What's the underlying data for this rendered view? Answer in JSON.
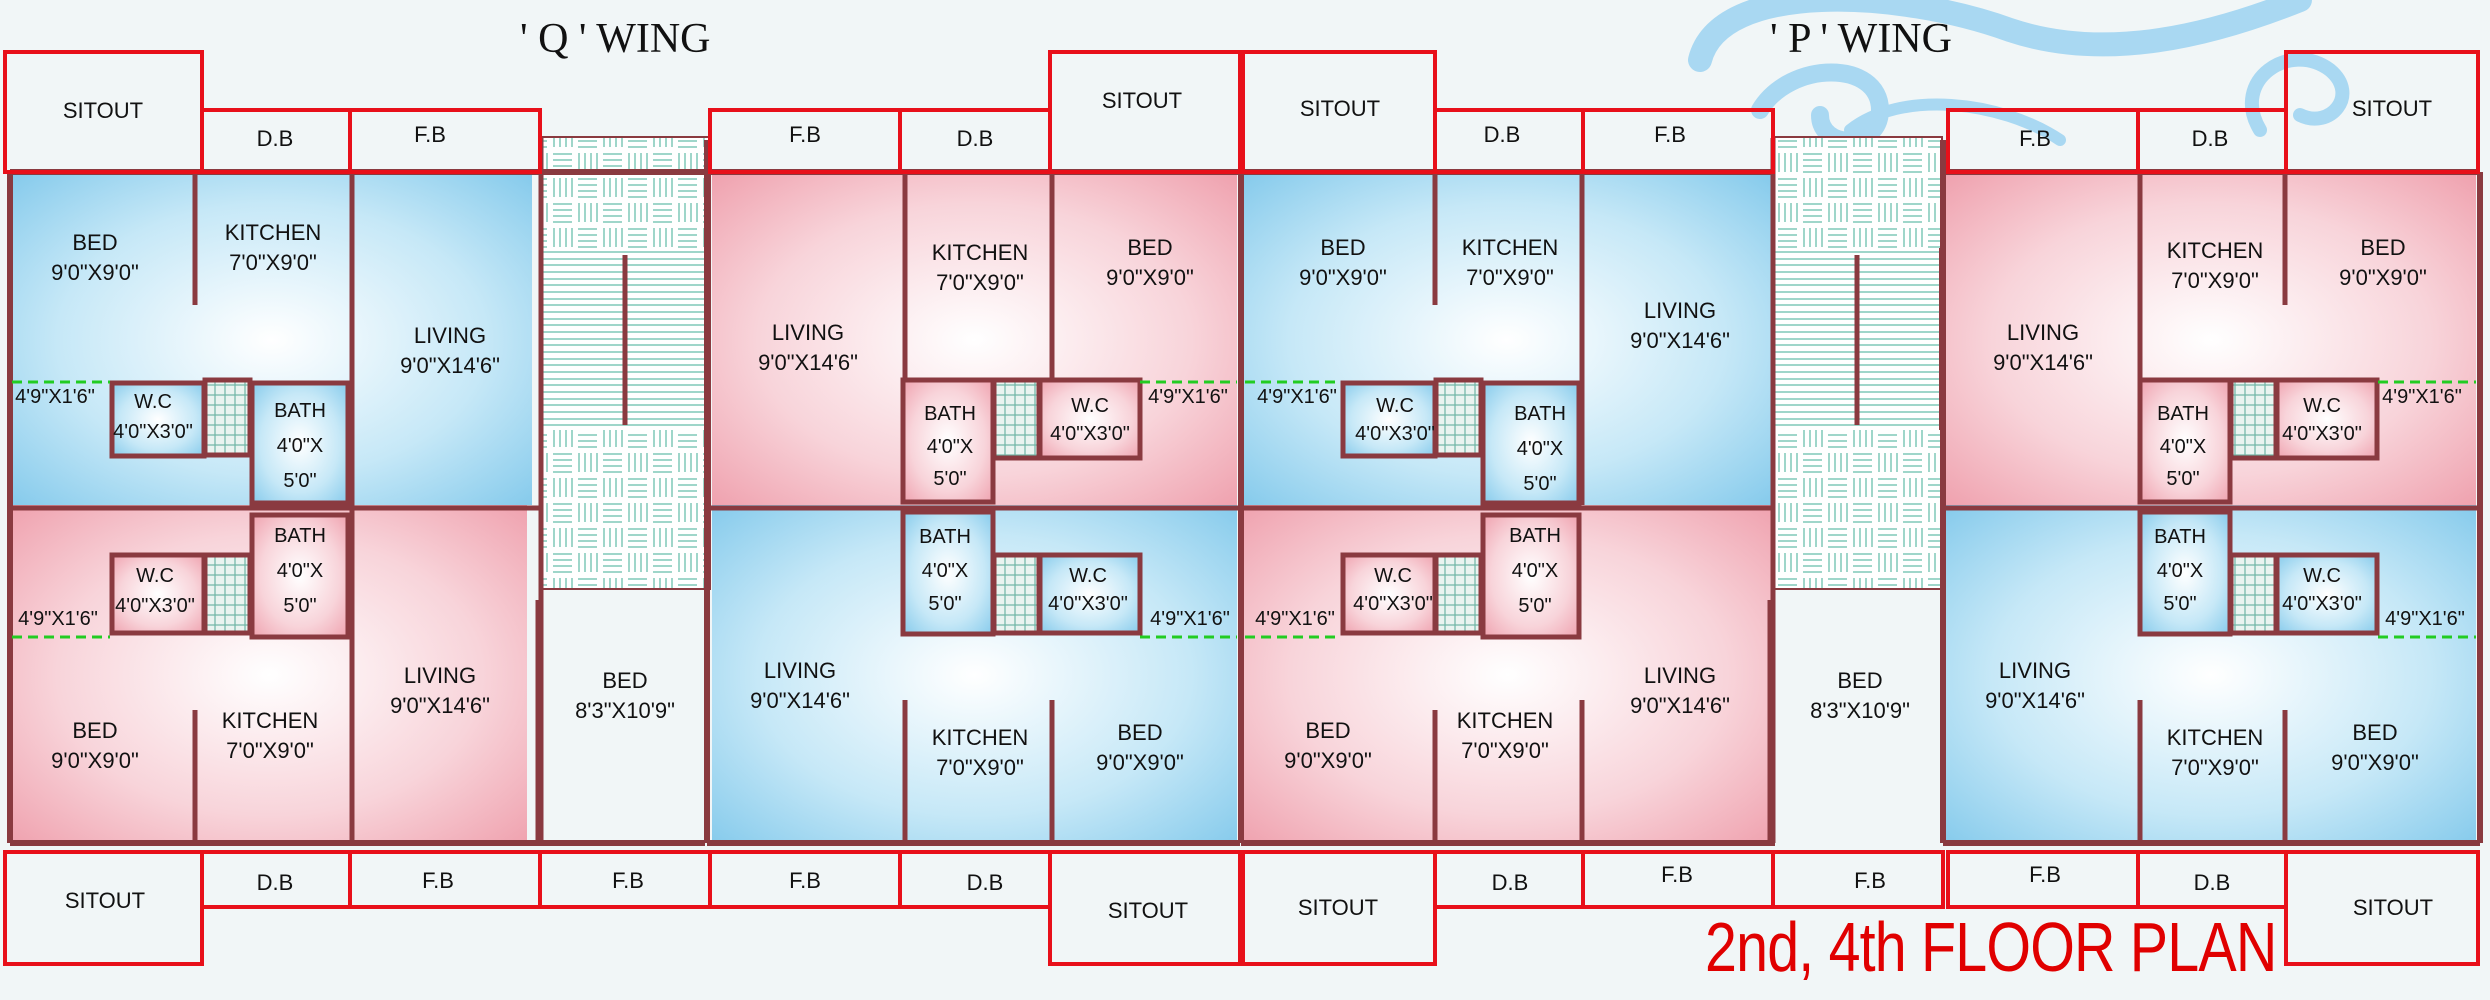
{
  "title": "2nd, 4th FLOOR PLAN",
  "wings": {
    "q": "' Q ' WING",
    "p": "' P ' WING"
  },
  "labels": {
    "sitout": "SITOUT",
    "db": "D.B",
    "fb": "F.B",
    "bed": "BED",
    "kitchen": "KITCHEN",
    "living": "LIVING",
    "bath": "BATH",
    "wc": "W.C",
    "size_bed": "9'0\"X9'0\"",
    "size_bed_large": "8'3\"X10'9\"",
    "size_kitchen": "7'0\"X9'0\"",
    "size_living": "9'0\"X14'6\"",
    "size_wc": "4'0\"X3'0\"",
    "size_bath_1": "4'0\"X",
    "size_bath_2": "5'0\"",
    "size_duct": "4'9\"X1'6\""
  },
  "colors": {
    "wall": "#8a3a40",
    "frame": "#e8101a",
    "pink": "#f0a0ae",
    "blue": "#88cdee",
    "duct": "#22cc22",
    "title": "#e00000"
  }
}
